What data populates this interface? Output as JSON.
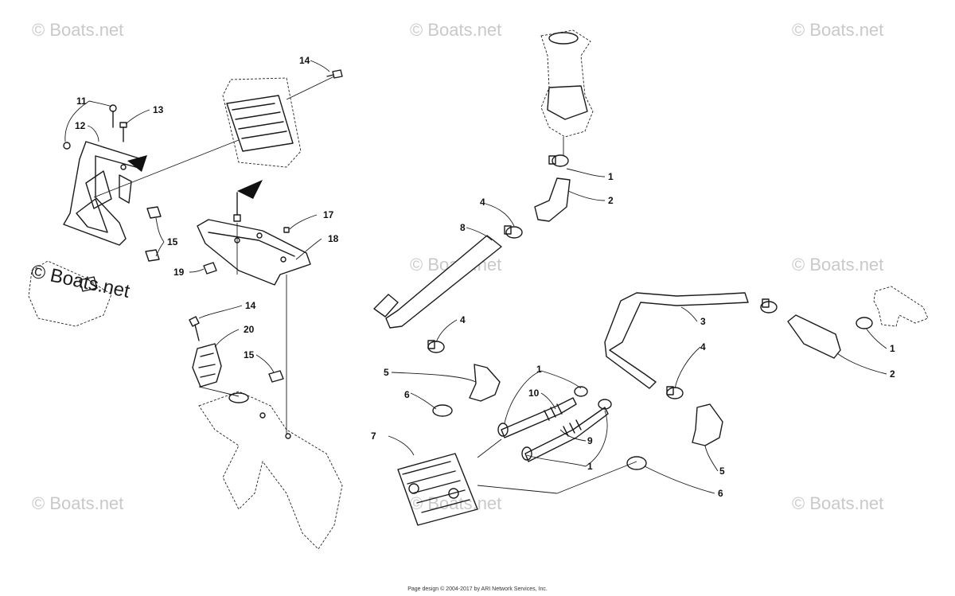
{
  "watermarks": [
    "© Boats.net"
  ],
  "footer": "Page design © 2004-2017 by ARI Network Services, Inc.",
  "callouts": [
    "1",
    "2",
    "3",
    "4",
    "5",
    "6",
    "7",
    "8",
    "9",
    "10",
    "11",
    "12",
    "13",
    "14",
    "15",
    "17",
    "18",
    "19",
    "20"
  ],
  "icons": [
    "direction-arrow-icon"
  ]
}
